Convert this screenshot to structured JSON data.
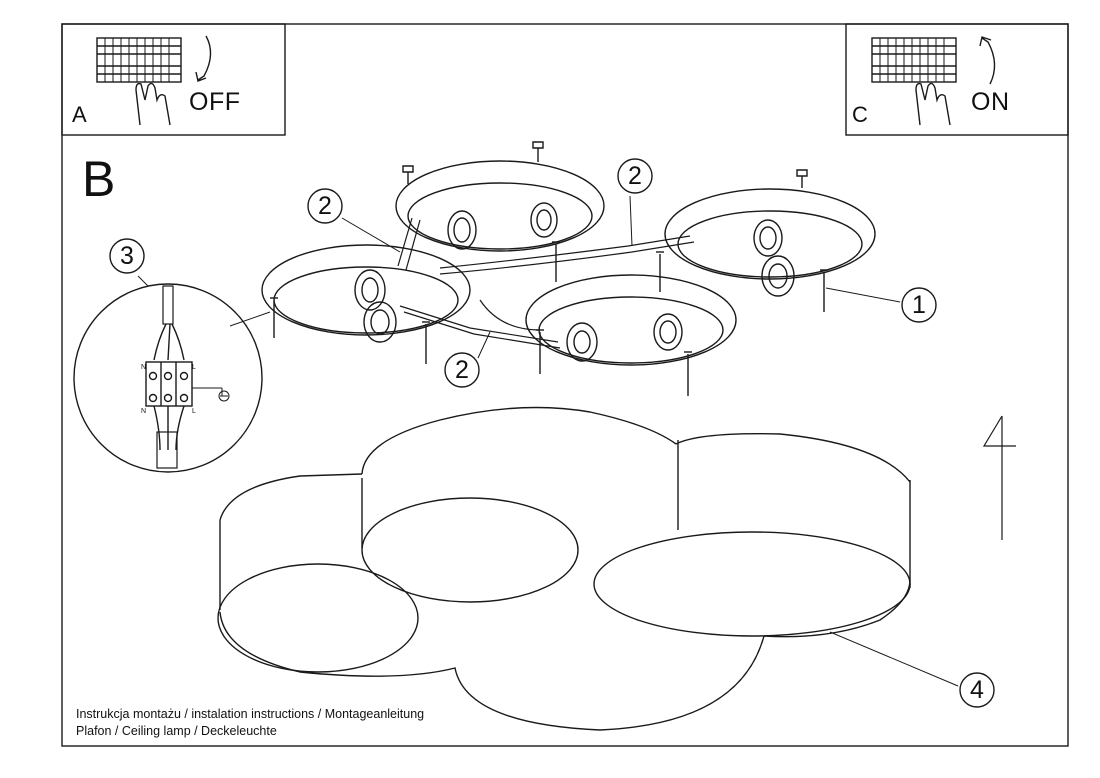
{
  "panels": {
    "a": {
      "letter": "A",
      "switch_label": "OFF"
    },
    "b": {
      "letter": "B"
    },
    "c": {
      "letter": "C",
      "switch_label": "ON"
    }
  },
  "callouts": [
    "1",
    "2",
    "2",
    "2",
    "3",
    "4"
  ],
  "wiring": {
    "neutral": "N",
    "live": "L"
  },
  "footer": {
    "line1": "Instrukcja montażu / instalation instructions / Montageanleitung",
    "line2": "Plafon / Ceiling lamp / Deckeleuchte"
  }
}
